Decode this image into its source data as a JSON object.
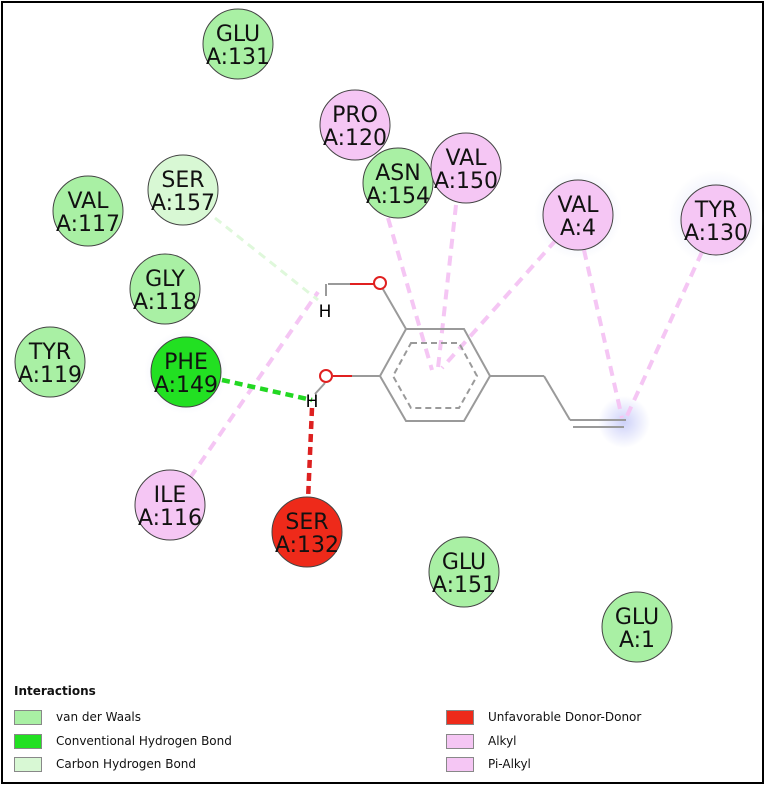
{
  "colors": {
    "vdw": "#a9f0a4",
    "hbond": "#22e022",
    "chbond": "#d8f8d4",
    "unfav": "#ee2a1a",
    "alkyl": "#f5c6f4",
    "pialkyl": "#f5c6f4",
    "oxygen": "#e02020",
    "bond": "#9a9a9a"
  },
  "residues": [
    {
      "id": "glu131",
      "name": "GLU",
      "chain_id": "A:131",
      "type": "vdw"
    },
    {
      "id": "pro120",
      "name": "PRO",
      "chain_id": "A:120",
      "type": "alkyl"
    },
    {
      "id": "ser157",
      "name": "SER",
      "chain_id": "A:157",
      "type": "chbond"
    },
    {
      "id": "asn154",
      "name": "ASN",
      "chain_id": "A:154",
      "type": "vdw"
    },
    {
      "id": "val150",
      "name": "VAL",
      "chain_id": "A:150",
      "type": "alkyl"
    },
    {
      "id": "val117",
      "name": "VAL",
      "chain_id": "A:117",
      "type": "vdw"
    },
    {
      "id": "val4",
      "name": "VAL",
      "chain_id": "A:4",
      "type": "alkyl"
    },
    {
      "id": "tyr130",
      "name": "TYR",
      "chain_id": "A:130",
      "type": "alkyl"
    },
    {
      "id": "gly118",
      "name": "GLY",
      "chain_id": "A:118",
      "type": "vdw"
    },
    {
      "id": "tyr119",
      "name": "TYR",
      "chain_id": "A:119",
      "type": "vdw"
    },
    {
      "id": "phe149",
      "name": "PHE",
      "chain_id": "A:149",
      "type": "hbond"
    },
    {
      "id": "ile116",
      "name": "ILE",
      "chain_id": "A:116",
      "type": "alkyl"
    },
    {
      "id": "ser132",
      "name": "SER",
      "chain_id": "A:132",
      "type": "unfav"
    },
    {
      "id": "glu151",
      "name": "GLU",
      "chain_id": "A:151",
      "type": "vdw"
    },
    {
      "id": "glu1",
      "name": "GLU",
      "chain_id": "A:1",
      "type": "vdw"
    }
  ],
  "atoms": {
    "h_upper": "H",
    "h_lower": "H"
  },
  "legend": {
    "title": "Interactions",
    "items": [
      {
        "label": "van der Waals",
        "type": "vdw"
      },
      {
        "label": "Conventional Hydrogen Bond",
        "type": "hbond"
      },
      {
        "label": "Carbon Hydrogen Bond",
        "type": "chbond"
      },
      {
        "label": "Unfavorable Donor-Donor",
        "type": "unfav"
      },
      {
        "label": "Alkyl",
        "type": "alkyl"
      },
      {
        "label": "Pi-Alkyl",
        "type": "pialkyl"
      }
    ]
  }
}
